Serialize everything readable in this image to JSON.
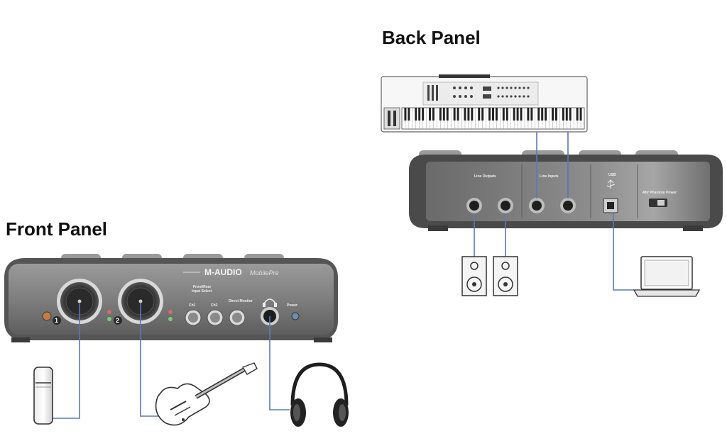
{
  "headings": {
    "back_panel": "Back Panel",
    "front_panel": "Front Panel"
  },
  "front_panel": {
    "brand": "M-AUDIO",
    "model": "MobilePre",
    "input_numbers": [
      "1",
      "2"
    ],
    "labels": {
      "front_rear": "Front/Rear",
      "input_select": "Input Select",
      "ch1": "Ch1",
      "ch2": "Ch2",
      "direct_monitor": "Direct Monitor",
      "power": "Power"
    }
  },
  "back_panel": {
    "labels": {
      "line_outputs": "Line Outputs",
      "line_inputs": "Line Inputs",
      "usb": "USB",
      "phantom_power": "48V Phantom Power"
    }
  },
  "devices": {
    "front": [
      "microphone",
      "electric-guitar",
      "headphones"
    ],
    "back": [
      "midi-keyboard",
      "studio-monitor-left",
      "studio-monitor-right",
      "laptop"
    ]
  },
  "colors": {
    "cable": "#5b78b8",
    "chassis": "#5c5c5c",
    "chassis_face": "#8a8a8a",
    "knob_ring": "#dddddd"
  }
}
